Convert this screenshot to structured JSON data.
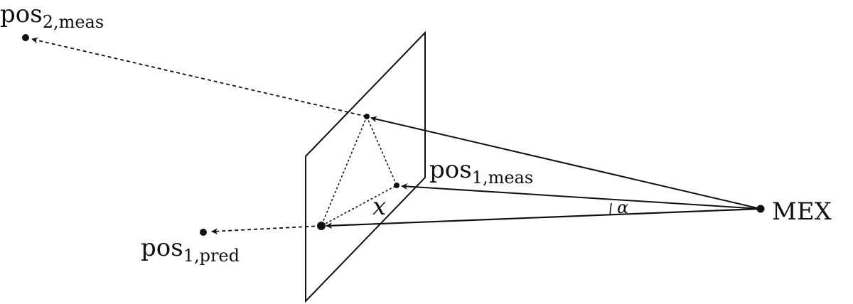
{
  "labels": {
    "pos2": {
      "base": "pos",
      "sub": "2,meas"
    },
    "pos1_meas": {
      "base": "pos",
      "sub": "1,meas"
    },
    "pos1_pred": {
      "base": "pos",
      "sub": "1,pred"
    },
    "mex": "MEX",
    "x": "x",
    "alpha": "α"
  },
  "colors": {
    "stroke": "#111111",
    "background": "#ffffff"
  }
}
